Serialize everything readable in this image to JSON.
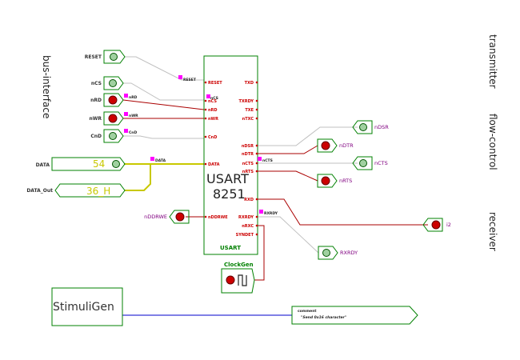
{
  "side_labels": {
    "bus_interface": "bus-interface",
    "transmitter": "transmitter",
    "flow_control": "flow-control",
    "receiver": "receiver"
  },
  "usart": {
    "title_line1": "USART",
    "title_line2": "8251",
    "name": "USART",
    "left_pins": [
      "RESET",
      "nCS",
      "nRD",
      "nWR",
      "CnD",
      "DATA",
      "nDDRWE"
    ],
    "right_pins": [
      "TXD",
      "TXRDY",
      "TXE",
      "nTXC",
      "nDSR",
      "nDTR",
      "nCTS",
      "nRTS",
      "RXD",
      "RXRDY",
      "nRXC",
      "SYNDET"
    ]
  },
  "io": {
    "reset": "RESET",
    "ncs": "nCS",
    "nrd": "nRD",
    "nwr": "nWR",
    "cnd": "CnD",
    "data": "DATA",
    "data_out": "DATA_Out",
    "nddrwe": "nDDRWE",
    "ndsr": "nDSR",
    "ndtr": "nDTR",
    "ncts": "nCTS",
    "nrts": "nRTS",
    "i2": "i2",
    "rxrdy": "RXRDY"
  },
  "values": {
    "data_value": "54",
    "data_out_value": "36_H"
  },
  "wire_labels": {
    "reset": "RESET",
    "ncs": "nCS",
    "nrd": "nRD",
    "nwr": "nWR",
    "cnd": "CnD",
    "data": "DATA",
    "ncts": "nCTS",
    "rxrdy": "RXRDY"
  },
  "clockgen": {
    "name": "ClockGen"
  },
  "stimuli": {
    "name": "StimuliGen",
    "comment_label": "comment",
    "comment_text": "\"Send 0x16 character\""
  },
  "colors": {
    "block_border": "#008000",
    "wire_red": "#aa0000",
    "wire_gray": "#c0c0c0",
    "bus_yellow": "#c8c800",
    "wire_blue": "#0000cc",
    "marker": "#ff00ff"
  }
}
